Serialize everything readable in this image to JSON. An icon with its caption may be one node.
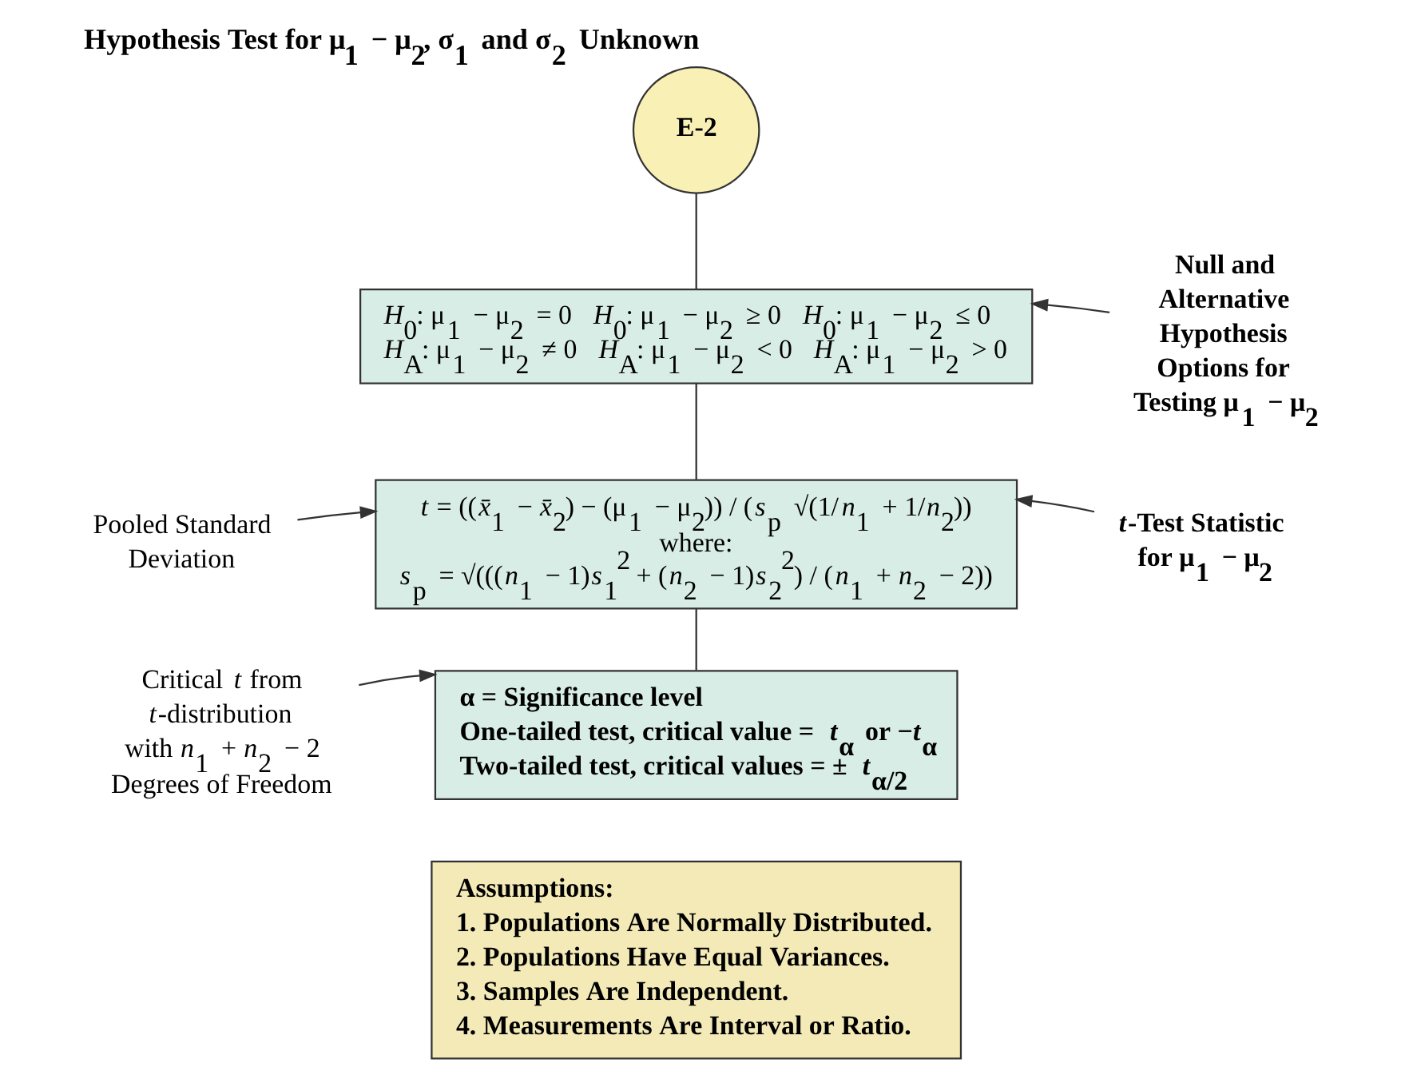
{
  "diagram": {
    "title": "Hypothesis Test for μ$_{1}$ − μ$_{2}$, σ$_{1}$ and σ$_{2}$ Unknown",
    "nodes": [
      {
        "text": [
          "E-2"
        ]
      },
      {
        "text": [
          "*H*$_{0}$: μ$_{1}$ − μ$_{2}$ = 0   *H*$_{0}$: μ$_{1}$ − μ$_{2}$ ≥ 0   *H*$_{0}$: μ$_{1}$ − μ$_{2}$ ≤ 0",
          "*H*$_{A}$: μ$_{1}$ − μ$_{2}$ ≠ 0   *H*$_{A}$: μ$_{1}$ − μ$_{2}$ < 0   *H*$_{A}$: μ$_{1}$ − μ$_{2}$ > 0"
        ]
      },
      {
        "text": [
          "Null and Alternative Hypothesis Options for Testing μ$_{1}$ − μ$_{2}$"
        ]
      },
      {
        "text": [
          "*t* = ((*x̄*$_{1}$ − *x̄*$_{2}$) − (μ$_{1}$ − μ$_{2}$)) / (*s*$_{p}$ √(1/*n*$_{1}$ + 1/*n*$_{2}$))",
          "where:",
          "*s*$_{p}$ = √(((*n*$_{1}$ − 1)*s*$_{1}$$^{2}$ + (*n*$_{2}$ − 1)*s*$_{2}$$^{2}$) / (*n*$_{1}$ + *n*$_{2}$ − 2))"
        ]
      },
      {
        "text": [
          "*t*-Test Statistic for μ$_{1}$ − μ$_{2}$"
        ]
      },
      {
        "text": [
          "Pooled Standard Deviation"
        ]
      },
      {
        "text": [
          "α = Significance level",
          "One-tailed test, critical value = *t*$_{α}$ or −*t*$_{α}$",
          "Two-tailed test, critical values = ± *t*$_{α/2}$"
        ]
      },
      {
        "text": [
          "Critical *t* from *t*-distribution with *n*$_{1}$ + *n*$_{2}$ − 2 Degrees of Freedom"
        ]
      },
      {
        "text": [
          "Assumptions:",
          "1. Populations Are Normally Distributed.",
          "2. Populations Have Equal Variances.",
          "3. Samples Are Independent.",
          "4. Measurements Are Interval or Ratio."
        ]
      }
    ],
    "edges": [
      {
        "from": 0,
        "to": 1,
        "arrow": "none"
      },
      {
        "from": 2,
        "to": 1,
        "arrow": "to"
      },
      {
        "from": 1,
        "to": 3,
        "arrow": "none"
      },
      {
        "from": 4,
        "to": 3,
        "arrow": "to"
      },
      {
        "from": 5,
        "to": 3,
        "arrow": "to"
      },
      {
        "from": 3,
        "to": 6,
        "arrow": "none"
      },
      {
        "from": 7,
        "to": 6,
        "arrow": "to"
      }
    ]
  }
}
